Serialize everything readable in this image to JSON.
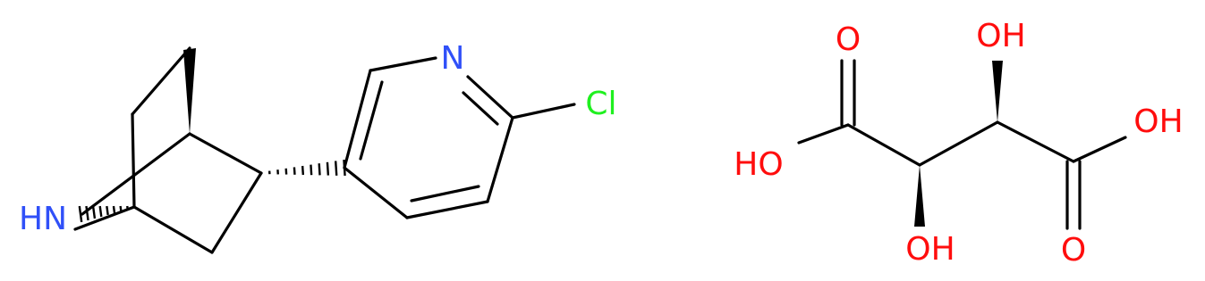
{
  "colors": {
    "bond": "#000000",
    "N": "#3050F8",
    "O": "#FF0D0D",
    "Cl": "#1FF01F"
  },
  "atoms": {
    "nh": {
      "text": "HN",
      "element": "N"
    },
    "n_pyridine": {
      "text": "N",
      "element": "N"
    },
    "cl": {
      "text": "Cl",
      "element": "Cl"
    },
    "o_top": {
      "text": "O",
      "element": "O"
    },
    "oh_top": {
      "text": "OH",
      "element": "O"
    },
    "oh_right": {
      "text": "OH",
      "element": "O"
    },
    "ho_left": {
      "text": "HO",
      "element": "O"
    },
    "oh_bottom": {
      "text": "OH",
      "element": "O"
    },
    "o_bottom": {
      "text": "O",
      "element": "O"
    }
  }
}
